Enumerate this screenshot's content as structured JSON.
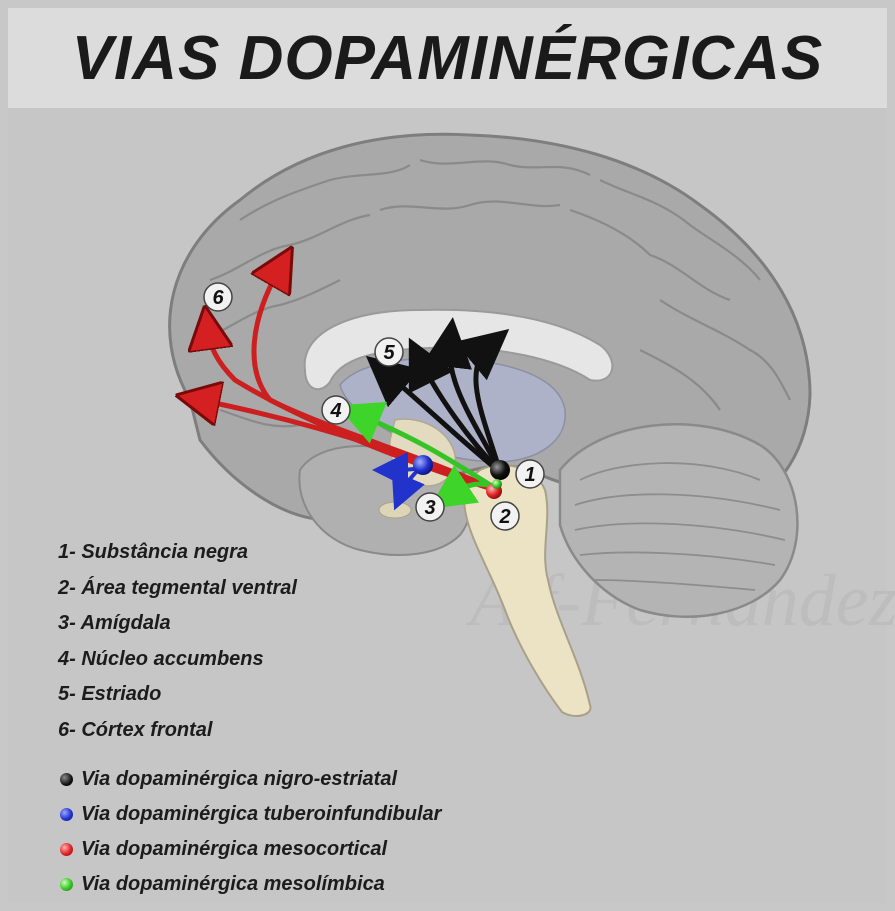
{
  "title": "VIAS DOPAMINÉRGICAS",
  "watermark": "Alf-Fernandez",
  "markers": [
    "1",
    "2",
    "3",
    "4",
    "5",
    "6"
  ],
  "structures": [
    "1- Substância negra",
    "2- Área tegmental ventral",
    "3- Amígdala",
    "4- Núcleo accumbens",
    "5- Estriado",
    "6- Córtex frontal"
  ],
  "pathways": [
    {
      "label": "Via dopaminérgica nigro-estriatal",
      "color": "#000000"
    },
    {
      "label": "Via dopaminérgica tuberoinfundibular",
      "color": "#2233cc"
    },
    {
      "label": "Via dopaminérgica mesocortical",
      "color": "#dd2222"
    },
    {
      "label": "Via dopaminérgica mesolímbica",
      "color": "#36c326"
    }
  ]
}
